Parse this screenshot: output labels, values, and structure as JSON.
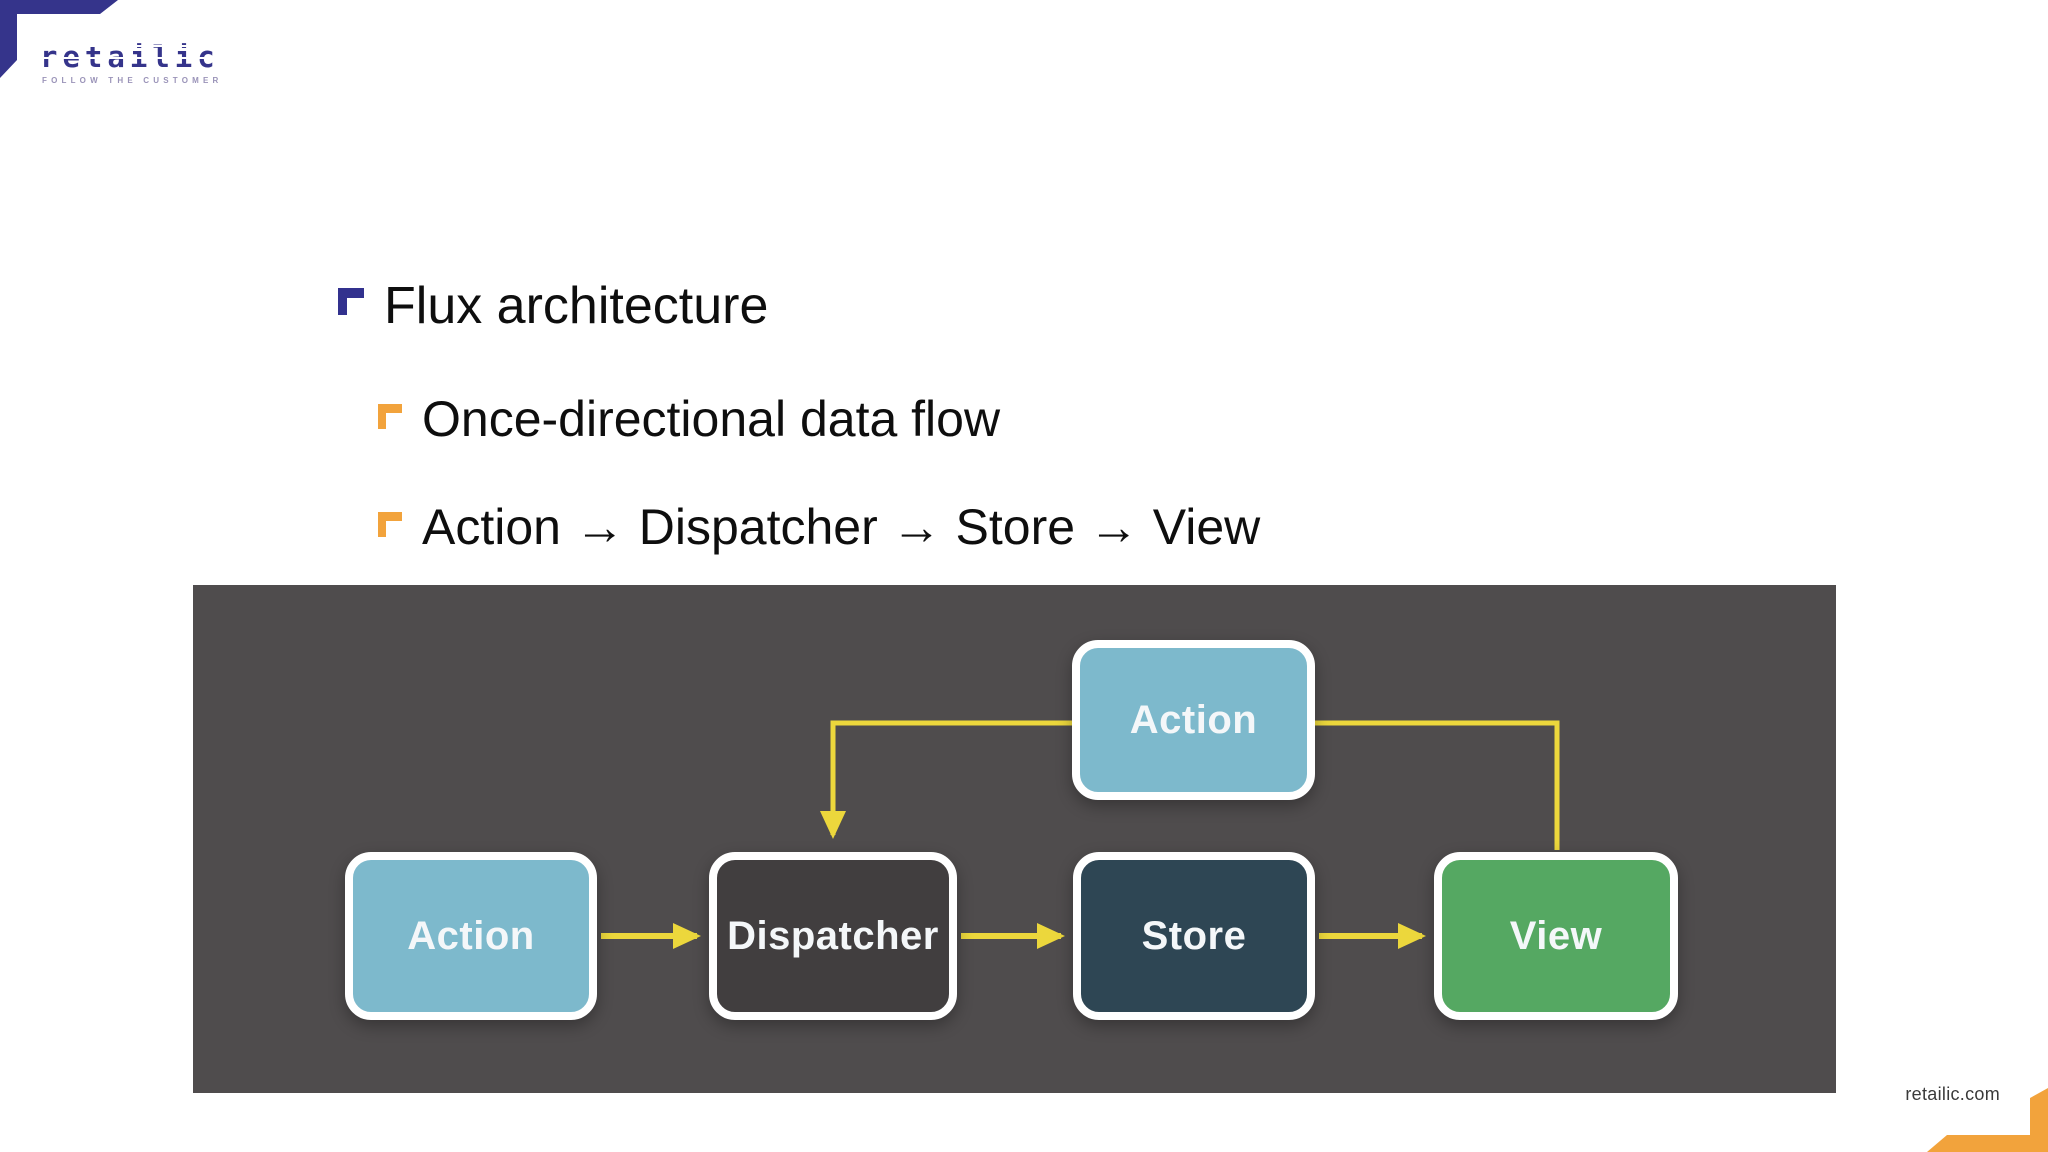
{
  "logo": {
    "wordmark": "retailic",
    "tagline": "FOLLOW THE CUSTOMER"
  },
  "bullets": [
    {
      "level": 1,
      "text": "Flux architecture"
    },
    {
      "level": 2,
      "text": "Once-directional data flow"
    },
    {
      "level": 2,
      "text": "Action → Dispatcher → Store → View"
    }
  ],
  "diagram": {
    "background": "#4f4c4d",
    "arrow_color": "#ecd73c",
    "nodes": [
      {
        "id": "action-top",
        "label": "Action",
        "color": "#7db9cc"
      },
      {
        "id": "action-left",
        "label": "Action",
        "color": "#7db9cc"
      },
      {
        "id": "dispatcher",
        "label": "Dispatcher",
        "color": "#413e3f"
      },
      {
        "id": "store",
        "label": "Store",
        "color": "#2e4654"
      },
      {
        "id": "view",
        "label": "View",
        "color": "#55a862"
      }
    ],
    "edges": [
      {
        "from": "action-left",
        "to": "dispatcher",
        "arrowhead": true
      },
      {
        "from": "dispatcher",
        "to": "store",
        "arrowhead": true
      },
      {
        "from": "store",
        "to": "view",
        "arrowhead": true
      },
      {
        "from": "action-top",
        "to": "dispatcher",
        "arrowhead": true
      },
      {
        "from": "view",
        "to": "action-top",
        "arrowhead": false
      }
    ]
  },
  "footer": {
    "website": "retailic.com"
  },
  "colors": {
    "brand_navy": "#35348b",
    "accent_orange": "#f2a33c",
    "bullet_navy": "#32318e",
    "diagram_bg": "#4f4c4d",
    "arrow_yellow": "#ecd73c",
    "node_light_blue": "#7db9cc",
    "node_dark_gray": "#413e3f",
    "node_slate_blue": "#2e4654",
    "node_green": "#55a862"
  }
}
